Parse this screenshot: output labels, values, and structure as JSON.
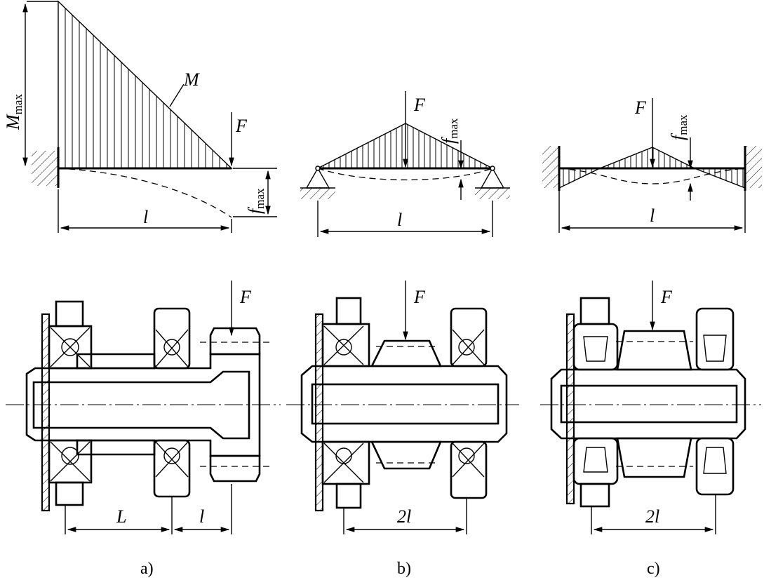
{
  "labels": {
    "moment": "M",
    "moment_max": "M",
    "moment_max_sub": "max",
    "force": "F",
    "deflection": "f",
    "deflection_sub": "max",
    "span": "l",
    "bearing_span_a": "L",
    "span_a": "l",
    "span_b": "2l",
    "span_c": "2l"
  },
  "captions": {
    "a": "a)",
    "b": "b)",
    "c": "c)"
  }
}
